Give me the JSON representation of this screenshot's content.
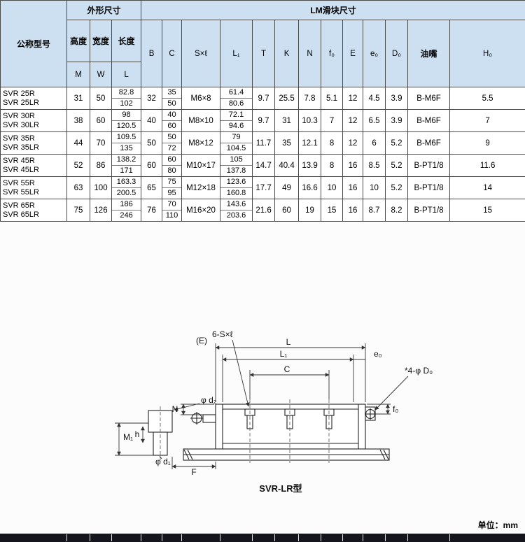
{
  "colors": {
    "header_blue": "#cde0f1",
    "footer_bar": "#15151d",
    "grid_line": "#4a4a4a"
  },
  "table": {
    "model_header": "公称型号",
    "group_outer": "外形尺寸",
    "group_lm": "LM滑块尺寸",
    "dim_headers": [
      "高度",
      "宽度",
      "长度"
    ],
    "mwl": [
      "M",
      "W",
      "L"
    ],
    "lm_cols": [
      "B",
      "C",
      "S×ℓ",
      "L₁",
      "T",
      "K",
      "N",
      "f₀",
      "E",
      "e₀",
      "D₀"
    ],
    "oil": "油嘴",
    "h0": "H₀",
    "rows": [
      {
        "models": [
          "SVR 25R",
          "SVR 25LR"
        ],
        "M": "31",
        "W": "50",
        "L": [
          "82.8",
          "102"
        ],
        "B": "32",
        "C": [
          "35",
          "50"
        ],
        "S": "M6×8",
        "L1": [
          "61.4",
          "80.6"
        ],
        "T": "9.7",
        "K": "25.5",
        "N": "7.8",
        "f0": "5.1",
        "E": "12",
        "e0": "4.5",
        "D0": "3.9",
        "oil": "B-M6F",
        "H0": "5.5"
      },
      {
        "models": [
          "SVR 30R",
          "SVR 30LR"
        ],
        "M": "38",
        "W": "60",
        "L": [
          "98",
          "120.5"
        ],
        "B": "40",
        "C": [
          "40",
          "60"
        ],
        "S": "M8×10",
        "L1": [
          "72.1",
          "94.6"
        ],
        "T": "9.7",
        "K": "31",
        "N": "10.3",
        "f0": "7",
        "E": "12",
        "e0": "6.5",
        "D0": "3.9",
        "oil": "B-M6F",
        "H0": "7"
      },
      {
        "models": [
          "SVR 35R",
          "SVR 35LR"
        ],
        "M": "44",
        "W": "70",
        "L": [
          "109.5",
          "135"
        ],
        "B": "50",
        "C": [
          "50",
          "72"
        ],
        "S": "M8×12",
        "L1": [
          "79",
          "104.5"
        ],
        "T": "11.7",
        "K": "35",
        "N": "12.1",
        "f0": "8",
        "E": "12",
        "e0": "6",
        "D0": "5.2",
        "oil": "B-M6F",
        "H0": "9"
      },
      {
        "models": [
          "SVR 45R",
          "SVR 45LR"
        ],
        "M": "52",
        "W": "86",
        "L": [
          "138.2",
          "171"
        ],
        "B": "60",
        "C": [
          "60",
          "80"
        ],
        "S": "M10×17",
        "L1": [
          "105",
          "137.8"
        ],
        "T": "14.7",
        "K": "40.4",
        "N": "13.9",
        "f0": "8",
        "E": "16",
        "e0": "8.5",
        "D0": "5.2",
        "oil": "B-PT1/8",
        "H0": "11.6"
      },
      {
        "models": [
          "SVR 55R",
          "SVR 55LR"
        ],
        "M": "63",
        "W": "100",
        "L": [
          "163.3",
          "200.5"
        ],
        "B": "65",
        "C": [
          "75",
          "95"
        ],
        "S": "M12×18",
        "L1": [
          "123.6",
          "160.8"
        ],
        "T": "17.7",
        "K": "49",
        "N": "16.6",
        "f0": "10",
        "E": "16",
        "e0": "10",
        "D0": "5.2",
        "oil": "B-PT1/8",
        "H0": "14"
      },
      {
        "models": [
          "SVR 65R",
          "SVR 65LR"
        ],
        "M": "75",
        "W": "126",
        "L": [
          "186",
          "246"
        ],
        "B": "76",
        "C": [
          "70",
          "110"
        ],
        "S": "M16×20",
        "L1": [
          "143.6",
          "203.6"
        ],
        "T": "21.6",
        "K": "60",
        "N": "19",
        "f0": "15",
        "E": "16",
        "e0": "8.7",
        "D0": "8.2",
        "oil": "B-PT1/8",
        "H0": "15"
      }
    ]
  },
  "diagram": {
    "labels": {
      "E": "(E)",
      "bolt_callout": "6-S×ℓ",
      "L": "L",
      "L1": "L₁",
      "e0": "e₀",
      "C": "C",
      "hole_callout": "*4-φ D₀",
      "f0": "f₀",
      "N": "N",
      "d2": "φ d₂",
      "M1": "M₁",
      "h": "h",
      "d1": "φ d₁",
      "F": "F",
      "caption": "SVR-LR型"
    }
  },
  "footer": {
    "unit": "单位：mm"
  }
}
